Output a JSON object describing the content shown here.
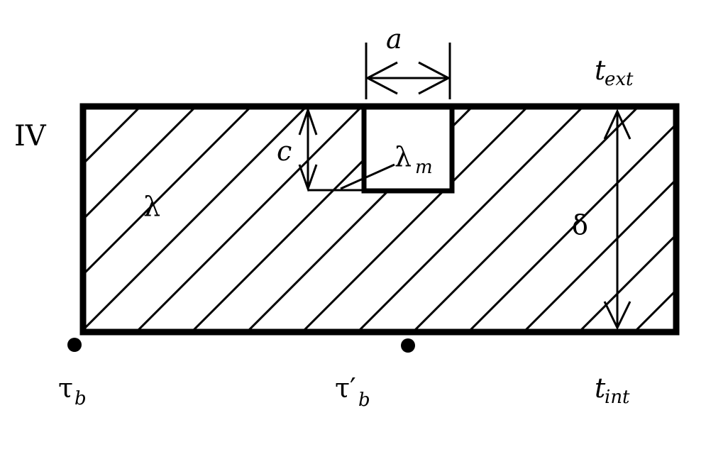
{
  "figure": {
    "panel_label": "IV",
    "labels": {
      "lambda_wall": "λ",
      "lambda_m": "λ",
      "lambda_m_sub": "m",
      "a": "a",
      "c": "c",
      "delta": "δ",
      "t_ext": "t",
      "t_ext_sub": "ext",
      "t_int": "t",
      "t_int_sub": "int",
      "tau_b": "τ",
      "tau_b_sub": "b",
      "tau_b_prime": "τ′",
      "tau_b_prime_sub": "b"
    }
  }
}
